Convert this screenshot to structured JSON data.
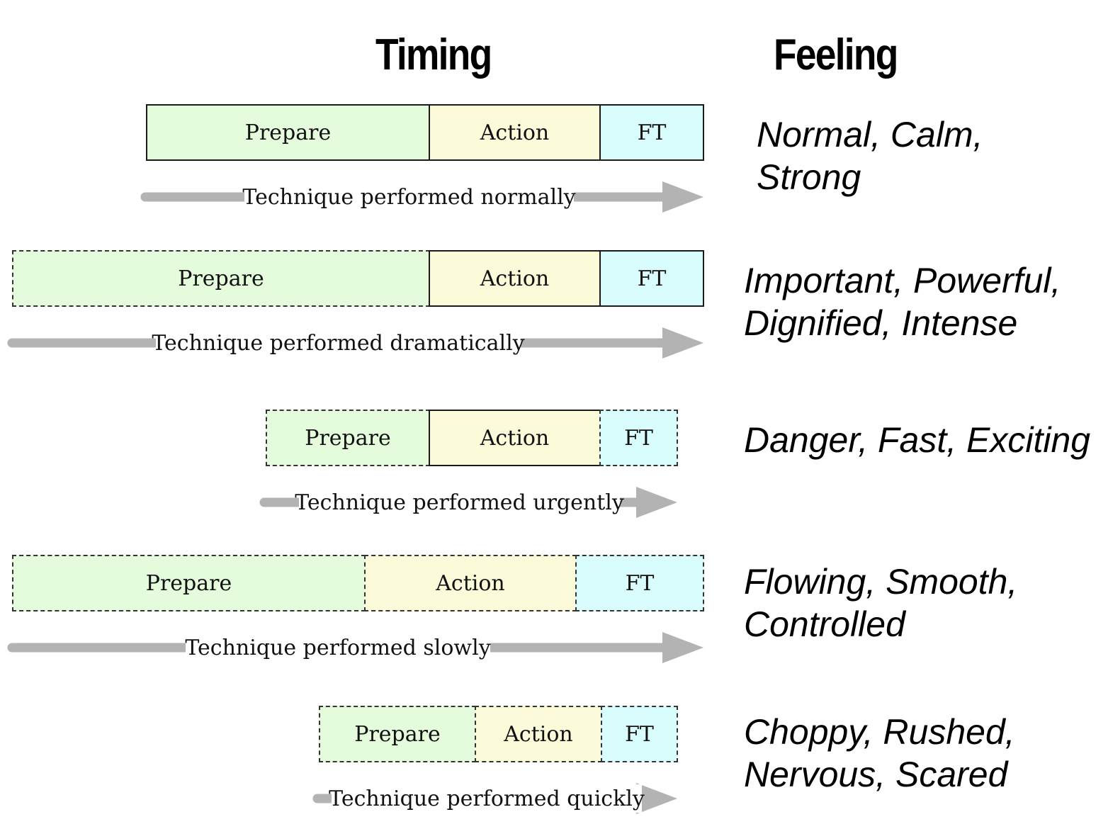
{
  "headers": {
    "timing": "Timing",
    "feeling": "Feeling"
  },
  "colors": {
    "prepare": "#e4fbdc",
    "action": "#fcfbd9",
    "ft": "#d9fcfc",
    "arrow": "#b3b3b3"
  },
  "rows": [
    {
      "segments": [
        {
          "label": "Prepare",
          "border": "solid"
        },
        {
          "label": "Action",
          "border": "solid"
        },
        {
          "label": "FT",
          "border": "solid"
        }
      ],
      "caption": "Technique performed normally",
      "feeling": [
        "Normal, Calm,",
        "Strong"
      ]
    },
    {
      "segments": [
        {
          "label": "Prepare",
          "border": "dashed"
        },
        {
          "label": "Action",
          "border": "solid"
        },
        {
          "label": "FT",
          "border": "solid"
        }
      ],
      "caption": "Technique performed dramatically",
      "feeling": [
        "Important, Powerful,",
        "Dignified, Intense"
      ]
    },
    {
      "segments": [
        {
          "label": "Prepare",
          "border": "dashed"
        },
        {
          "label": "Action",
          "border": "solid"
        },
        {
          "label": "FT",
          "border": "dashed"
        }
      ],
      "caption": "Technique performed urgently",
      "feeling": [
        "Danger, Fast, Exciting"
      ]
    },
    {
      "segments": [
        {
          "label": "Prepare",
          "border": "dashed"
        },
        {
          "label": "Action",
          "border": "dashed"
        },
        {
          "label": "FT",
          "border": "dashed"
        }
      ],
      "caption": "Technique performed slowly",
      "feeling": [
        "Flowing, Smooth,",
        "Controlled"
      ]
    },
    {
      "segments": [
        {
          "label": "Prepare",
          "border": "dashed"
        },
        {
          "label": "Action",
          "border": "dashed"
        },
        {
          "label": "FT",
          "border": "dashed"
        }
      ],
      "caption": "Technique performed quickly",
      "feeling": [
        "Choppy, Rushed,",
        "Nervous, Scared"
      ]
    }
  ]
}
